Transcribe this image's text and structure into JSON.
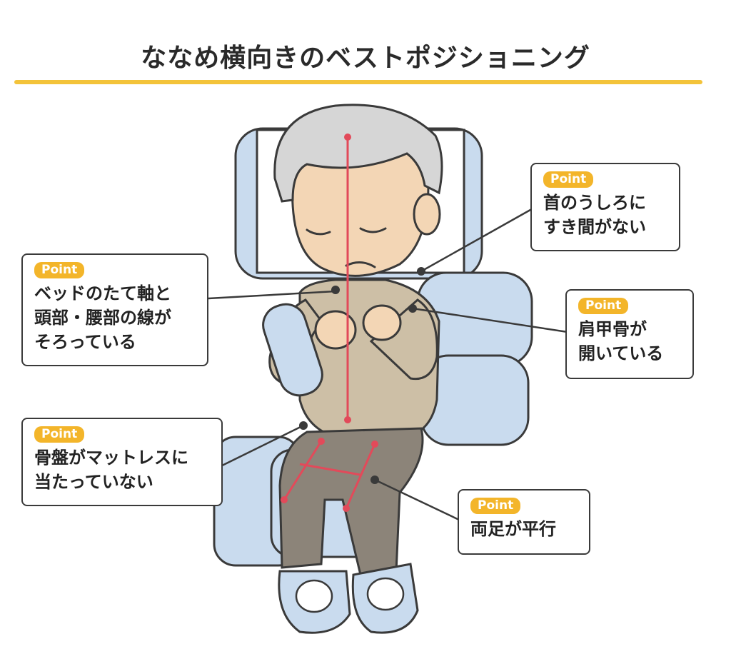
{
  "title": "ななめ横向きのベストポジショニング",
  "colors": {
    "accent_rule": "#f3c33a",
    "badge": "#f3b52a",
    "pillow": "#c9dbee",
    "alignment_line": "#e24a5a",
    "shirt": "#cdbfa6",
    "pants": "#8c8479"
  },
  "callouts": [
    {
      "badge": "Point",
      "lines": [
        "首のうしろに",
        "すき間がない"
      ]
    },
    {
      "badge": "Point",
      "lines": [
        "ベッドのたて軸と",
        "頭部・腰部の線が",
        "そろっている"
      ]
    },
    {
      "badge": "Point",
      "lines": [
        "肩甲骨が",
        "開いている"
      ]
    },
    {
      "badge": "Point",
      "lines": [
        "骨盤がマットレスに",
        "当たっていない"
      ]
    },
    {
      "badge": "Point",
      "lines": [
        "両足が平行"
      ]
    }
  ]
}
